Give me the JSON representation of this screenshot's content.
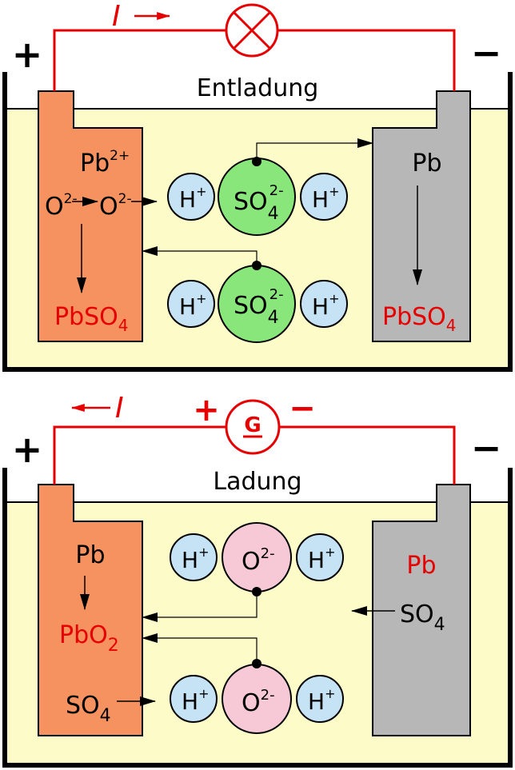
{
  "colors": {
    "electrolyte": "#fdfbc8",
    "plus_electrode": "#f5925f",
    "minus_electrode": "#b7b7b7",
    "wire": "#e60000",
    "sulfate_ion": "#88e67a",
    "oxide_ion": "#f7c8d6",
    "hydrogen_ion": "#c6e2f5",
    "text_red": "#e60000",
    "text_black": "#000000"
  },
  "top": {
    "current_label": "I",
    "lamp_icon": "lamp-icon",
    "process_label": "Entladung",
    "plus_sign": "+",
    "minus_sign": "−",
    "left_electrode": {
      "pb_ion": "Pb",
      "pb_ion_charge": "2+",
      "o_ion_left": "O",
      "o_ion_left_charge": "2-",
      "o_ion_right": "O",
      "o_ion_right_charge": "2-",
      "product": "PbSO",
      "product_sub": "4"
    },
    "right_electrode": {
      "metal": "Pb",
      "product": "PbSO",
      "product_sub": "4"
    },
    "molecule_upper": {
      "h_left": "H",
      "h_plus": "+",
      "center": "SO",
      "center_sub": "4",
      "center_charge": "2-",
      "h_right": "H"
    },
    "molecule_lower": {
      "h_left": "H",
      "h_plus": "+",
      "center": "SO",
      "center_sub": "4",
      "center_charge": "2-",
      "h_right": "H"
    }
  },
  "bottom": {
    "current_label": "I",
    "generator_label": "G",
    "generator_plus": "+",
    "generator_minus": "−",
    "process_label": "Ladung",
    "plus_sign": "+",
    "minus_sign": "−",
    "left_electrode": {
      "metal": "Pb",
      "product": "PbO",
      "product_sub": "2",
      "sulfate": "SO",
      "sulfate_sub": "4"
    },
    "right_electrode": {
      "metal": "Pb",
      "sulfate": "SO",
      "sulfate_sub": "4"
    },
    "molecule_upper": {
      "h_left": "H",
      "h_plus": "+",
      "center": "O",
      "center_charge": "2-",
      "h_right": "H"
    },
    "molecule_lower": {
      "h_left": "H",
      "h_plus": "+",
      "center": "O",
      "center_charge": "2-",
      "h_right": "H"
    }
  }
}
